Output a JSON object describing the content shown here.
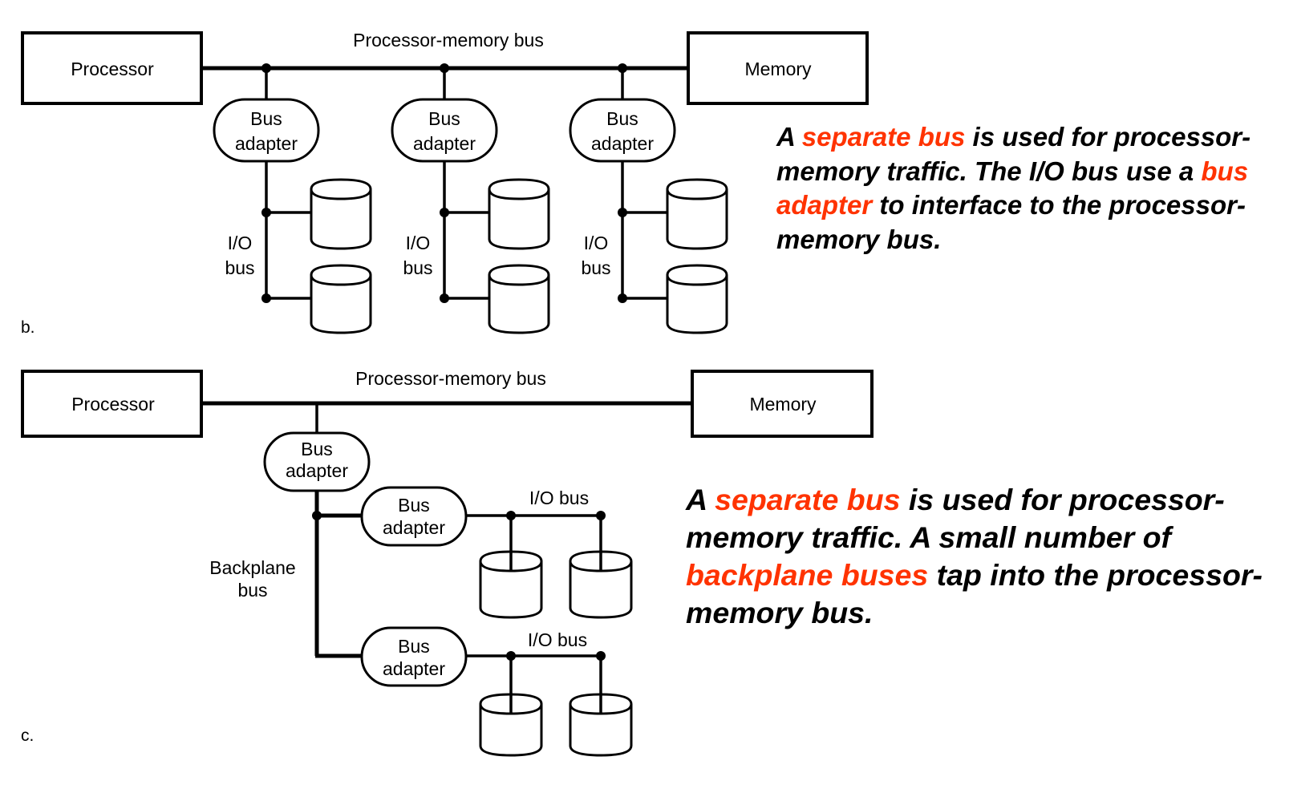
{
  "diagram_b": {
    "panel_label": "b.",
    "processor_label": "Processor",
    "memory_label": "Memory",
    "bus_label": "Processor-memory bus",
    "adapters": [
      {
        "line1": "Bus",
        "line2": "adapter",
        "io_line1": "I/O",
        "io_line2": "bus",
        "disks": 2
      },
      {
        "line1": "Bus",
        "line2": "adapter",
        "io_line1": "I/O",
        "io_line2": "bus",
        "disks": 2
      },
      {
        "line1": "Bus",
        "line2": "adapter",
        "io_line1": "I/O",
        "io_line2": "bus",
        "disks": 2
      }
    ],
    "caption": [
      {
        "text": "A ",
        "highlight": false
      },
      {
        "text": "separate bus",
        "highlight": true
      },
      {
        "text": " is used for processor-memory traffic. The I/O bus use a ",
        "highlight": false
      },
      {
        "text": "bus adapter",
        "highlight": true
      },
      {
        "text": " to interface to the processor-memory bus.",
        "highlight": false
      }
    ]
  },
  "diagram_c": {
    "panel_label": "c.",
    "processor_label": "Processor",
    "memory_label": "Memory",
    "bus_label": "Processor-memory bus",
    "backplane_adapter": {
      "line1": "Bus",
      "line2": "adapter"
    },
    "backplane_label_line1": "Backplane",
    "backplane_label_line2": "bus",
    "io_adapters": [
      {
        "line1": "Bus",
        "line2": "adapter",
        "io_label": "I/O bus",
        "disks": 2
      },
      {
        "line1": "Bus",
        "line2": "adapter",
        "io_label": "I/O bus",
        "disks": 2
      }
    ],
    "caption": [
      {
        "text": "A ",
        "highlight": false
      },
      {
        "text": "separate bus",
        "highlight": true
      },
      {
        "text": " is used for processor-memory traffic. A small number of ",
        "highlight": false
      },
      {
        "text": "backplane buses",
        "highlight": true
      },
      {
        "text": " tap into the processor-memory bus.",
        "highlight": false
      }
    ]
  },
  "colors": {
    "highlight": "#ff3300",
    "text": "#000000",
    "background": "#ffffff"
  }
}
